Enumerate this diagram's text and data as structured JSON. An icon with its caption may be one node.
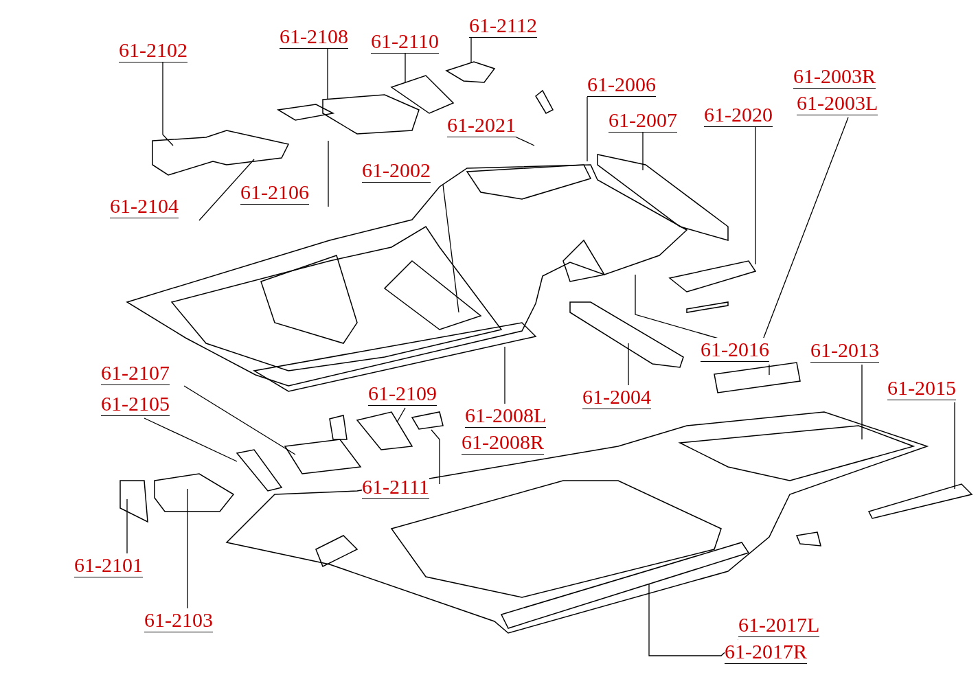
{
  "diagram": {
    "nodes": [
      {
        "text": [
          "61-2102"
        ]
      },
      {
        "text": [
          "61-2108"
        ]
      },
      {
        "text": [
          "61-2110"
        ]
      },
      {
        "text": [
          "61-2112"
        ]
      },
      {
        "text": [
          "61-2021"
        ]
      },
      {
        "text": [
          "61-2006"
        ]
      },
      {
        "text": [
          "61-2007"
        ]
      },
      {
        "text": [
          "61-2020"
        ]
      },
      {
        "text": [
          "61-2003R",
          "61-2003L"
        ]
      },
      {
        "text": [
          "61-2002"
        ]
      },
      {
        "text": [
          "61-2104"
        ]
      },
      {
        "text": [
          "61-2106"
        ]
      },
      {
        "text": [
          "61-2016"
        ]
      },
      {
        "text": [
          "61-2013"
        ]
      },
      {
        "text": [
          "61-2015"
        ]
      },
      {
        "text": [
          "61-2004"
        ]
      },
      {
        "text": [
          "61-2107"
        ]
      },
      {
        "text": [
          "61-2105"
        ]
      },
      {
        "text": [
          "61-2109"
        ]
      },
      {
        "text": [
          "61-2008L",
          "61-2008R"
        ]
      },
      {
        "text": [
          "61-2111"
        ]
      },
      {
        "text": [
          "61-2101"
        ]
      },
      {
        "text": [
          "61-2103"
        ]
      },
      {
        "text": [
          "61-2017L",
          "61-2017R"
        ]
      }
    ],
    "edges": [
      {
        "from": 0,
        "to": null,
        "arrow": "none"
      },
      {
        "from": 1,
        "to": null,
        "arrow": "none"
      },
      {
        "from": 2,
        "to": null,
        "arrow": "none"
      },
      {
        "from": 3,
        "to": null,
        "arrow": "none"
      },
      {
        "from": 4,
        "to": null,
        "arrow": "none"
      },
      {
        "from": 5,
        "to": null,
        "arrow": "none"
      },
      {
        "from": 6,
        "to": null,
        "arrow": "none"
      },
      {
        "from": 7,
        "to": null,
        "arrow": "none"
      },
      {
        "from": 8,
        "to": null,
        "arrow": "none"
      },
      {
        "from": 9,
        "to": null,
        "arrow": "none"
      },
      {
        "from": 10,
        "to": null,
        "arrow": "none"
      },
      {
        "from": 11,
        "to": null,
        "arrow": "none"
      },
      {
        "from": 12,
        "to": null,
        "arrow": "none"
      },
      {
        "from": 13,
        "to": null,
        "arrow": "none"
      },
      {
        "from": 14,
        "to": null,
        "arrow": "none"
      },
      {
        "from": 15,
        "to": null,
        "arrow": "none"
      },
      {
        "from": 16,
        "to": null,
        "arrow": "none"
      },
      {
        "from": 17,
        "to": null,
        "arrow": "none"
      },
      {
        "from": 18,
        "to": null,
        "arrow": "none"
      },
      {
        "from": 19,
        "to": null,
        "arrow": "none"
      },
      {
        "from": 20,
        "to": null,
        "arrow": "none"
      },
      {
        "from": 21,
        "to": null,
        "arrow": "none"
      },
      {
        "from": 22,
        "to": null,
        "arrow": "none"
      },
      {
        "from": 23,
        "to": null,
        "arrow": "none"
      }
    ]
  }
}
